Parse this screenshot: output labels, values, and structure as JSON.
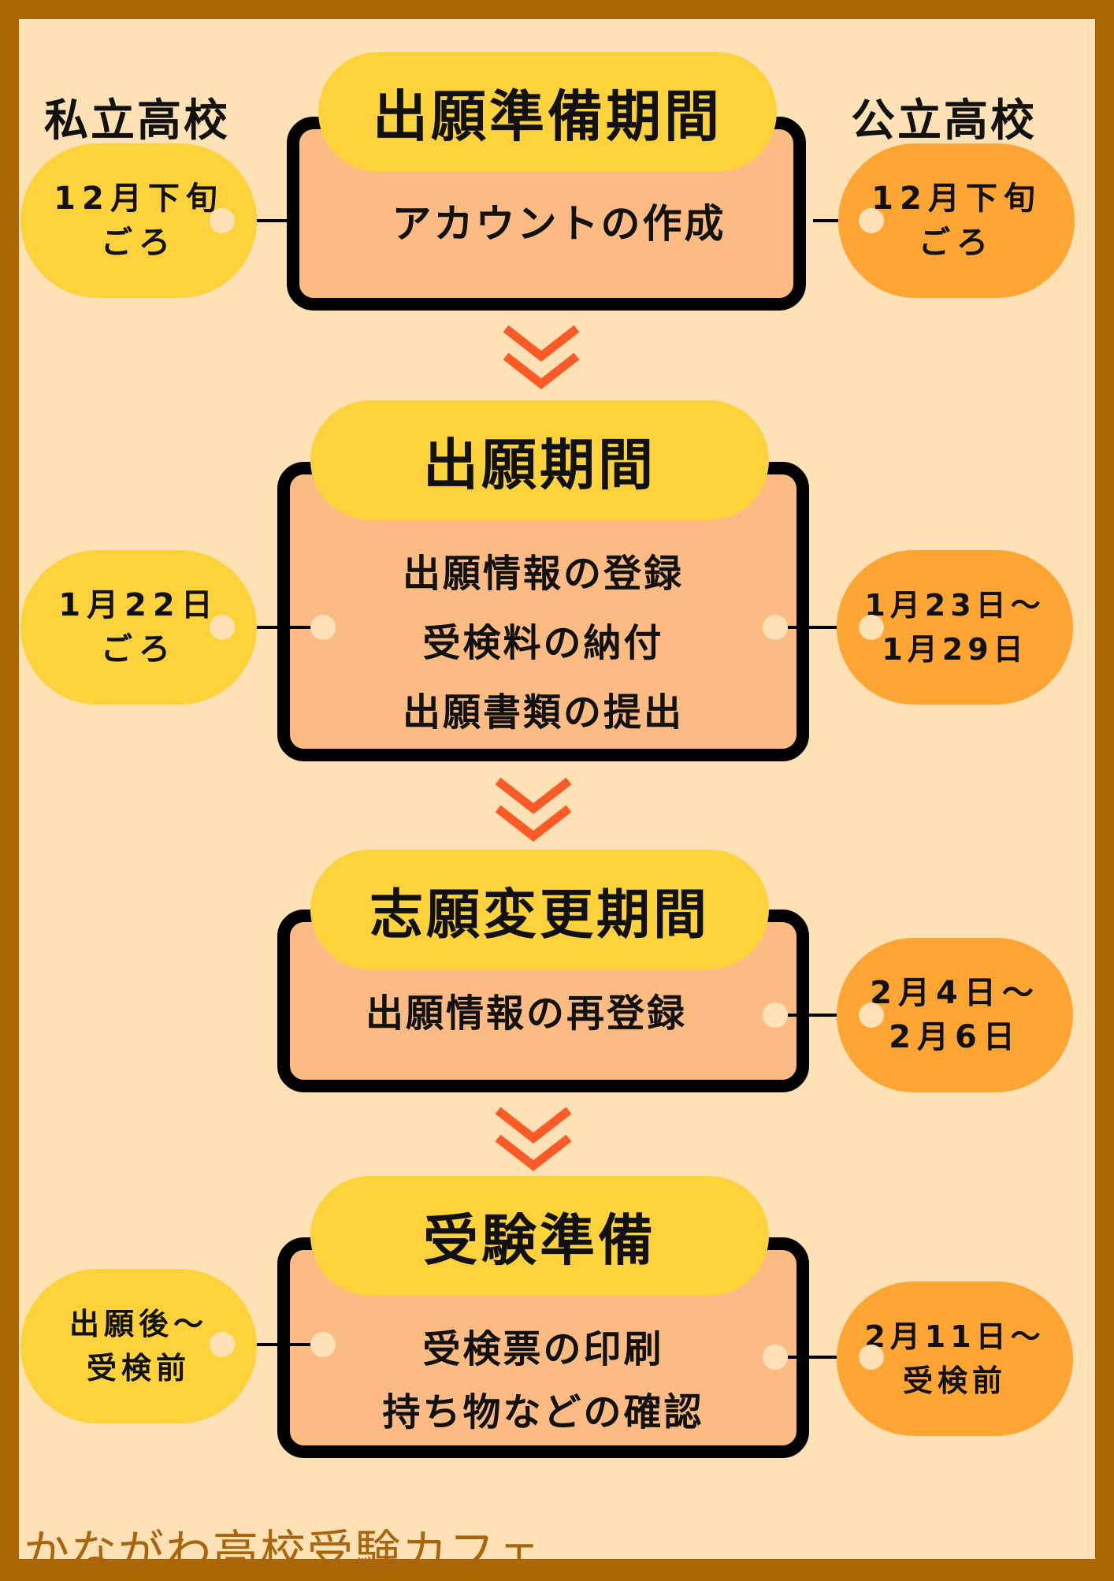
{
  "headers": {
    "private": "私立高校",
    "public": "公立高校"
  },
  "stages": [
    {
      "title": "出願準備期間",
      "items": [
        "アカウントの作成"
      ],
      "private": [
        "12月下旬",
        "ごろ"
      ],
      "public": [
        "12月下旬",
        "ごろ"
      ]
    },
    {
      "title": "出願期間",
      "items": [
        "出願情報の登録",
        "受検料の納付",
        "出願書類の提出"
      ],
      "private": [
        "1月22日",
        "ごろ"
      ],
      "public": [
        "1月23日～",
        "1月29日"
      ]
    },
    {
      "title": "志願変更期間",
      "items": [
        "出願情報の再登録"
      ],
      "public": [
        "2月4日～",
        "2月6日"
      ]
    },
    {
      "title": "受験準備",
      "items": [
        "受検票の印刷",
        "持ち物などの確認"
      ],
      "private": [
        "出願後～",
        "受検前"
      ],
      "public": [
        "2月11日～",
        "受検前"
      ]
    }
  ],
  "watermark": "かながわ高校受験カフェ",
  "colors": {
    "border": "#ad6604",
    "background": "#ffe1b6",
    "stage_box": "#fbbb82",
    "title_pill": "#fed23b",
    "private_bubble": "#fed23b",
    "public_bubble": "#fea534",
    "arrow": "#fe5a28",
    "watermark": "#a9650c"
  },
  "icons": [
    "chevron-down-icon"
  ]
}
